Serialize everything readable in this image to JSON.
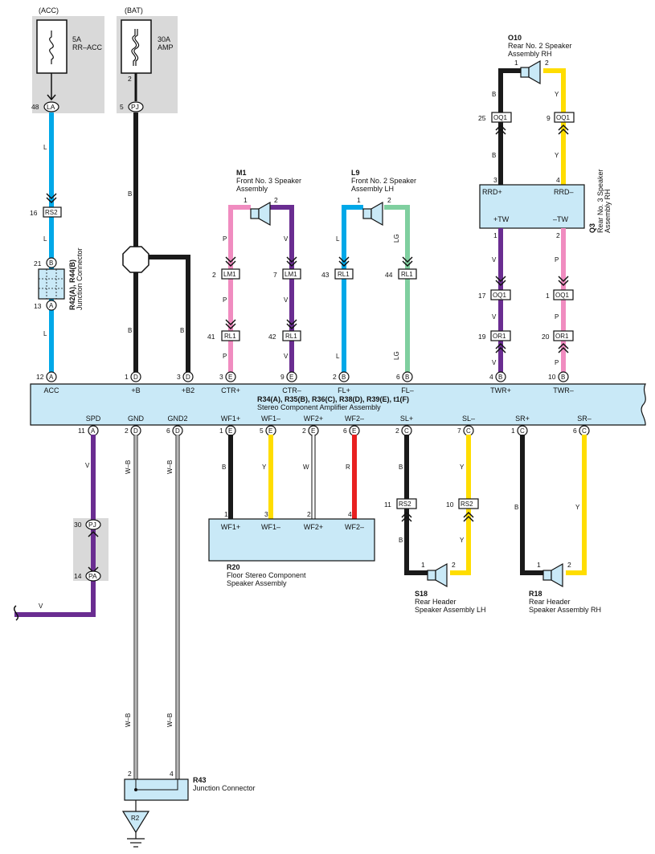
{
  "colors": {
    "L": "#00a8e8",
    "B": "#1a1a1a",
    "P": "#f08cc0",
    "V": "#6a2d91",
    "LG": "#7fcf9f",
    "Y": "#ffdd00",
    "R": "#e82020",
    "W": "#ffffff",
    "component_fill": "#c9e9f7",
    "shaded_box": "#d9d9d9"
  },
  "power": {
    "acc_label": "(ACC)",
    "bat_label": "(BAT)",
    "fuse1_rating": "5A",
    "fuse1_name": "RR–ACC",
    "fuse2_rating": "30A",
    "fuse2_name": "AMP",
    "fuse2_pin": "2"
  },
  "connectors": {
    "c48": "48",
    "LA": "LA",
    "c5": "5",
    "PJ": "PJ",
    "c16": "16",
    "RS2": "RS2",
    "c21": "21",
    "B": "B",
    "c13": "13",
    "A": "A",
    "jc_code": "R42(A), R44(B)",
    "jc_name": "Junction Connector",
    "wire_L": "L",
    "wire_B": "B",
    "wire_P": "P",
    "wire_V": "V",
    "wire_LG": "LG",
    "wire_Y": "Y",
    "wire_R": "R",
    "wire_W": "W",
    "wire_WB": "W–B"
  },
  "speakers": {
    "m1_code": "M1",
    "m1_line1": "Front No. 3 Speaker",
    "m1_line2": "Assembly",
    "l9_code": "L9",
    "l9_line1": "Front No. 2 Speaker",
    "l9_line2": "Assembly LH",
    "o10_code": "O10",
    "o10_line1": "Rear No. 2 Speaker",
    "o10_line2": "Assembly RH",
    "q3_code": "Q3",
    "q3_line1": "Rear No. 3 Speaker",
    "q3_line2": "Assembly RH",
    "s18_code": "S18",
    "s18_line1": "Rear Header",
    "s18_line2": "Speaker Assembly LH",
    "r18_code": "R18",
    "r18_line1": "Rear Header",
    "r18_line2": "Speaker Assembly RH",
    "pin1": "1",
    "pin2": "2"
  },
  "inline": {
    "LM1": "LM1",
    "RL1": "RL1",
    "OQ1": "OQ1",
    "OR1": "OR1",
    "n2": "2",
    "n7": "7",
    "n41": "41",
    "n42": "42",
    "n43": "43",
    "n44": "44",
    "n25": "25",
    "n9": "9",
    "n3": "3",
    "n4": "4",
    "n1": "1",
    "n17": "17",
    "n19": "19",
    "n20": "20",
    "n11": "11",
    "n10": "10",
    "n30": "30",
    "n14": "14",
    "PA": "PA"
  },
  "q3_box": {
    "rrd_plus": "RRD+",
    "rrd_minus": "RRD–",
    "tw_plus": "+TW",
    "tw_minus": "–TW"
  },
  "amplifier": {
    "codes": "R34(A), R35(B), R36(C), R38(D), R39(E), t1(F)",
    "name": "Stereo Component Amplifier Assembly",
    "top_pins": [
      {
        "num": "12",
        "conn": "A",
        "label": "ACC"
      },
      {
        "num": "1",
        "conn": "D",
        "label": "+B"
      },
      {
        "num": "3",
        "conn": "D",
        "label": "+B2"
      },
      {
        "num": "3",
        "conn": "E",
        "label": "CTR+"
      },
      {
        "num": "9",
        "conn": "E",
        "label": "CTR–"
      },
      {
        "num": "2",
        "conn": "B",
        "label": "FL+"
      },
      {
        "num": "6",
        "conn": "B",
        "label": "FL–"
      },
      {
        "num": "4",
        "conn": "B",
        "label": "TWR+"
      },
      {
        "num": "10",
        "conn": "B",
        "label": "TWR–"
      }
    ],
    "bottom_pins": [
      {
        "num": "11",
        "conn": "A",
        "label": "SPD"
      },
      {
        "num": "2",
        "conn": "D",
        "label": "GND"
      },
      {
        "num": "6",
        "conn": "D",
        "label": "GND2"
      },
      {
        "num": "1",
        "conn": "E",
        "label": "WF1+"
      },
      {
        "num": "5",
        "conn": "E",
        "label": "WF1–"
      },
      {
        "num": "2",
        "conn": "E",
        "label": "WF2+"
      },
      {
        "num": "6",
        "conn": "E",
        "label": "WF2–"
      },
      {
        "num": "2",
        "conn": "C",
        "label": "SL+"
      },
      {
        "num": "7",
        "conn": "C",
        "label": "SL–"
      },
      {
        "num": "1",
        "conn": "C",
        "label": "SR+"
      },
      {
        "num": "6",
        "conn": "C",
        "label": "SR–"
      }
    ]
  },
  "r20": {
    "code": "R20",
    "line1": "Floor Stereo Component",
    "line2": "Speaker Assembly",
    "pins": [
      {
        "num": "1",
        "label": "WF1+"
      },
      {
        "num": "3",
        "label": "WF1–"
      },
      {
        "num": "2",
        "label": "WF2+"
      },
      {
        "num": "4",
        "label": "WF2–"
      }
    ]
  },
  "r43": {
    "code": "R43",
    "name": "Junction Connector",
    "pin2": "2",
    "pin4": "4"
  },
  "ground": {
    "label": "R2"
  }
}
